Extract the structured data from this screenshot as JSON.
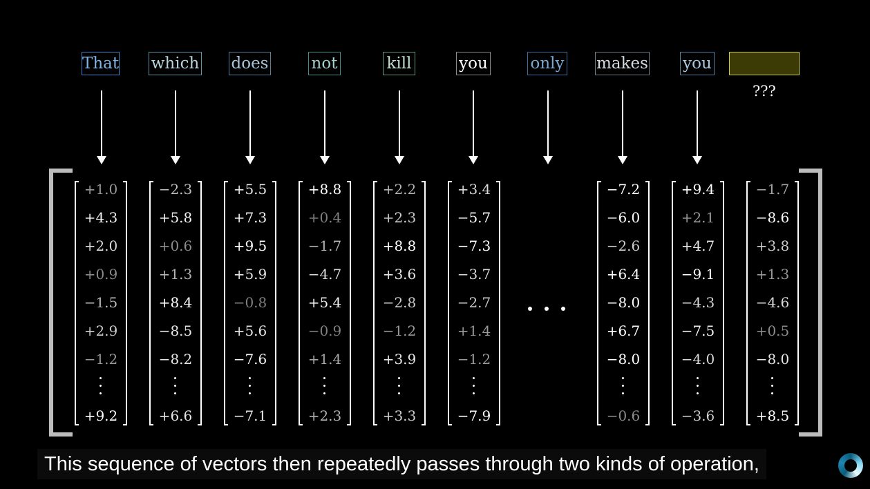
{
  "tokens": [
    {
      "text": "That",
      "border": "#3e86c5",
      "color": "#7fb5e6"
    },
    {
      "text": "which",
      "border": "#5d98aa",
      "color": "#b8d3dc"
    },
    {
      "text": "does",
      "border": "#5480a0",
      "color": "#a9c4d8"
    },
    {
      "text": "not",
      "border": "#3e8e8c",
      "color": "#a3d0cc"
    },
    {
      "text": "kill",
      "border": "#5f9a7e",
      "color": "#c3dfcf"
    },
    {
      "text": "you",
      "border": "#8c8c8c",
      "color": "#ffffff"
    },
    {
      "text": "only",
      "border": "#3b6ea6",
      "color": "#7aa8d4"
    },
    {
      "text": "makes",
      "border": "#707e8a",
      "color": "#d4dbe0"
    },
    {
      "text": "you",
      "border": "#4e80a5",
      "color": "#a9c9e2"
    }
  ],
  "unknown_label": "???",
  "vectors": [
    {
      "values": [
        "+1.0",
        "+4.3",
        "+2.0",
        "+0.9",
        "−1.5",
        "+2.9",
        "−1.2",
        "+9.2"
      ],
      "levels": [
        0.6,
        0.95,
        0.85,
        0.55,
        0.75,
        0.8,
        0.6,
        1
      ]
    },
    {
      "values": [
        "−2.3",
        "+5.8",
        "+0.6",
        "+1.3",
        "+8.4",
        "−8.5",
        "−8.2",
        "+6.6"
      ],
      "levels": [
        0.75,
        0.95,
        0.55,
        0.7,
        1,
        0.9,
        0.9,
        0.9
      ]
    },
    {
      "values": [
        "+5.5",
        "+7.3",
        "+9.5",
        "+5.9",
        "−0.8",
        "+5.6",
        "−7.6",
        "−7.1"
      ],
      "levels": [
        0.9,
        0.95,
        1,
        0.9,
        0.5,
        0.9,
        0.95,
        0.9
      ]
    },
    {
      "values": [
        "+8.8",
        "+0.4",
        "−1.7",
        "−4.7",
        "+5.4",
        "−0.9",
        "+1.4",
        "+2.3"
      ],
      "levels": [
        1,
        0.5,
        0.7,
        0.85,
        0.95,
        0.5,
        0.65,
        0.7
      ]
    },
    {
      "values": [
        "+2.2",
        "+2.3",
        "+8.8",
        "+3.6",
        "−2.8",
        "−1.2",
        "+3.9",
        "+3.3"
      ],
      "levels": [
        0.7,
        0.8,
        1,
        0.9,
        0.8,
        0.6,
        0.9,
        0.8
      ]
    },
    {
      "values": [
        "+3.4",
        "−5.7",
        "−7.3",
        "−3.7",
        "−2.7",
        "+1.4",
        "−1.2",
        "−7.9"
      ],
      "levels": [
        0.85,
        1,
        1,
        0.85,
        0.8,
        0.6,
        0.6,
        1
      ]
    },
    {
      "values": [
        "−7.2",
        "−6.0",
        "−2.6",
        "+6.4",
        "−8.0",
        "+6.7",
        "−8.0",
        "−0.6"
      ],
      "levels": [
        1,
        1,
        0.8,
        1,
        1,
        1,
        1,
        0.55
      ]
    },
    {
      "values": [
        "+9.4",
        "+2.1",
        "+4.7",
        "−9.1",
        "−4.3",
        "−7.5",
        "−4.0",
        "−3.6"
      ],
      "levels": [
        1,
        0.6,
        0.9,
        1,
        0.85,
        0.95,
        0.85,
        0.8
      ]
    },
    {
      "values": [
        "−1.7",
        "−8.6",
        "+3.8",
        "+1.3",
        "−4.6",
        "+0.5",
        "−8.0",
        "+8.5"
      ],
      "levels": [
        0.65,
        1,
        0.8,
        0.6,
        0.85,
        0.55,
        0.9,
        1
      ]
    }
  ],
  "caption": "This sequence of vectors then repeatedly passes through two kinds of operation,"
}
